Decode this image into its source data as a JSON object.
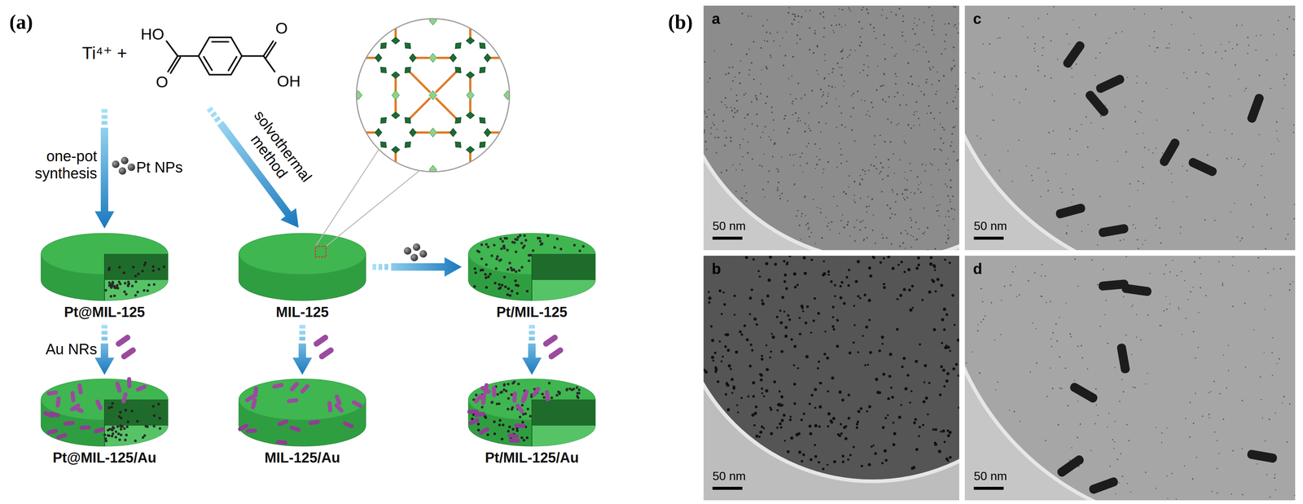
{
  "diagram": {
    "nodes": [
      {
        "text": [
          "Pt@MIL-125"
        ]
      },
      {
        "text": [
          "MIL-125"
        ]
      },
      {
        "text": [
          "Pt/MIL-125"
        ]
      },
      {
        "text": [
          "Pt@MIL-125/Au"
        ]
      },
      {
        "text": [
          "MIL-125/Au"
        ]
      },
      {
        "text": [
          "Pt/MIL-125/Au"
        ]
      },
      {
        "text": [
          "a",
          "50 nm"
        ]
      },
      {
        "text": [
          "c",
          "50 nm"
        ]
      },
      {
        "text": [
          "b",
          "50 nm"
        ]
      },
      {
        "text": [
          "d",
          "50 nm"
        ]
      }
    ],
    "edges": [
      {
        "from": 0,
        "to": 3,
        "arrow": "to"
      },
      {
        "from": 1,
        "to": 2,
        "arrow": "to"
      },
      {
        "from": 1,
        "to": 4,
        "arrow": "to"
      },
      {
        "from": 2,
        "to": 5,
        "arrow": "to"
      }
    ],
    "labels": [
      "(a)",
      "Ti⁴⁺ +",
      "HO",
      "O",
      "O",
      "OH",
      "one-pot synthesis",
      "Pt NPs",
      "solvothermal method",
      "Au NRs",
      "(b)"
    ]
  }
}
